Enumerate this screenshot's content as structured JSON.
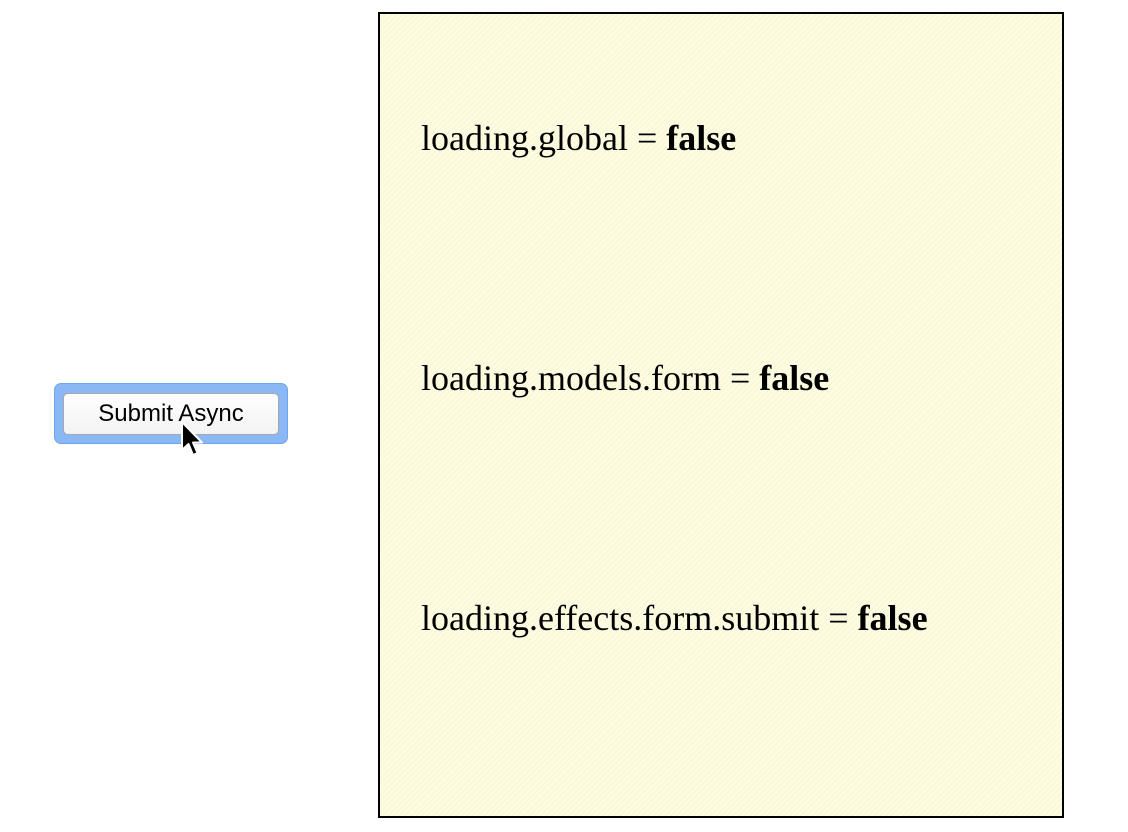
{
  "submit_button": {
    "label": "Submit Async"
  },
  "state_panel": {
    "lines": [
      {
        "name": "loading.global",
        "equals": "=",
        "value": "false"
      },
      {
        "name": "loading.models.form",
        "equals": "=",
        "value": "false"
      },
      {
        "name": "loading.effects.form.submit",
        "equals": "=",
        "value": "false"
      }
    ]
  },
  "colors": {
    "panel_background": "#fdfbe0",
    "focus_ring": "#8ab8f5"
  },
  "cursor": {
    "icon": "arrow-cursor-icon"
  }
}
